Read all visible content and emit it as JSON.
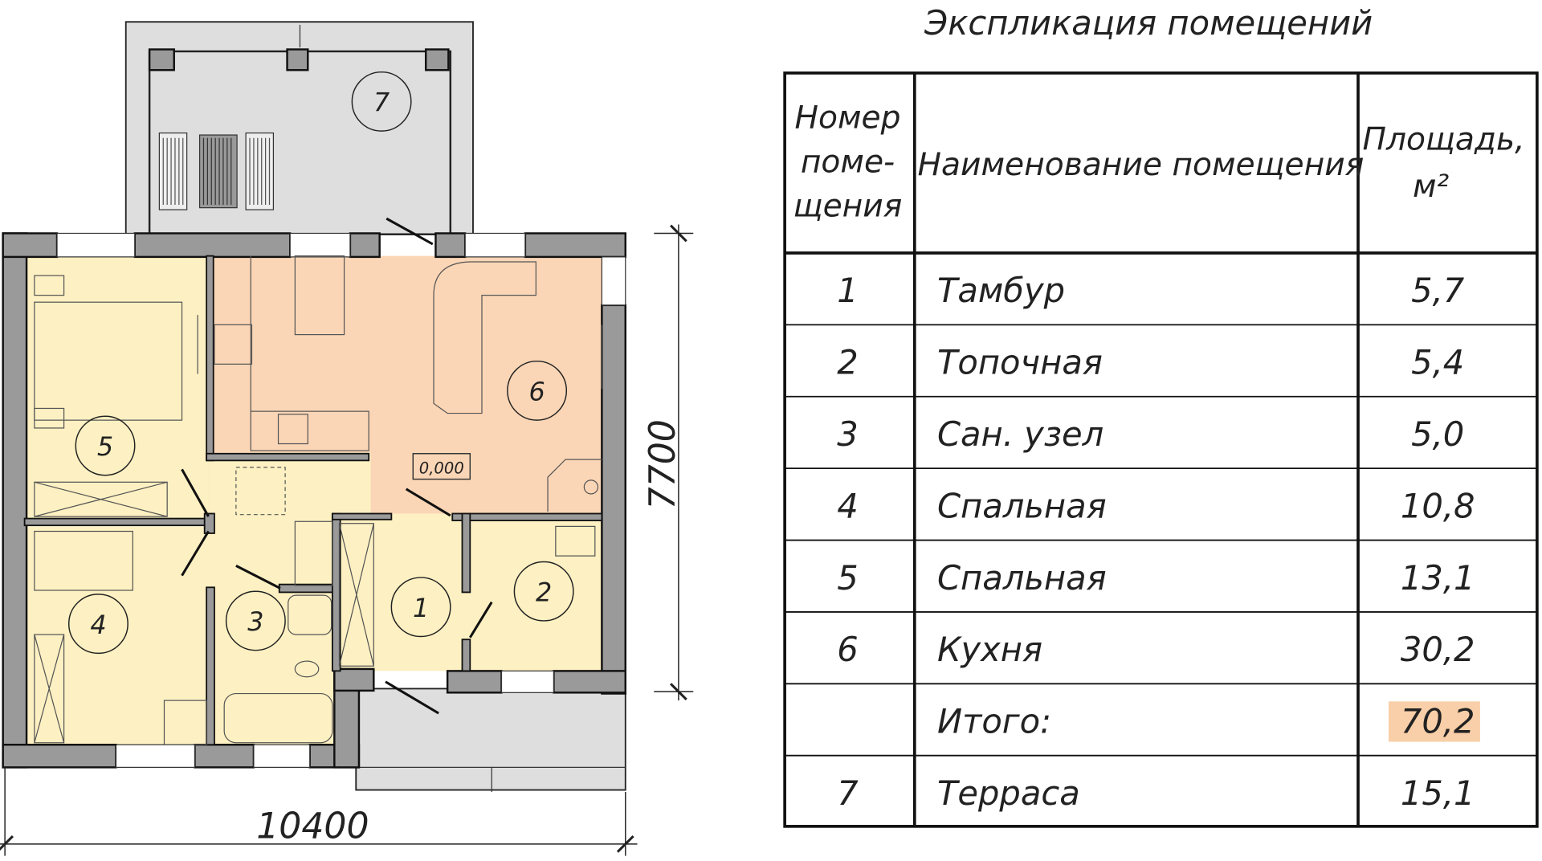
{
  "plan": {
    "rooms": [
      {
        "number": "1"
      },
      {
        "number": "2"
      },
      {
        "number": "3"
      },
      {
        "number": "4"
      },
      {
        "number": "5"
      },
      {
        "number": "6"
      },
      {
        "number": "7"
      }
    ],
    "level_mark": "0,000",
    "dimension_width": "10400",
    "dimension_depth": "7700",
    "colors": {
      "bedroom": "#fdf0c2",
      "kitchen": "#fbd6b6",
      "terrace": "#dedede",
      "wall": "#9a9a9a"
    }
  },
  "table": {
    "title": "Экспликация помещений",
    "headers": {
      "number": [
        "Номер",
        "поме-",
        "щения"
      ],
      "name": "Наименование помещения",
      "area": [
        "Площадь,",
        "м²"
      ]
    },
    "rows": [
      {
        "number": "1",
        "name": "Тамбур",
        "area": "5,7"
      },
      {
        "number": "2",
        "name": "Топочная",
        "area": "5,4"
      },
      {
        "number": "3",
        "name": "Сан. узел",
        "area": "5,0"
      },
      {
        "number": "4",
        "name": "Спальная",
        "area": "10,8"
      },
      {
        "number": "5",
        "name": "Спальная",
        "area": "13,1"
      },
      {
        "number": "6",
        "name": "Кухня",
        "area": "30,2"
      },
      {
        "number": "",
        "name": "Итого:",
        "area": "70,2"
      },
      {
        "number": "7",
        "name": "Терраса",
        "area": "15,1"
      }
    ],
    "highlight_color": "#f8cfa8"
  }
}
